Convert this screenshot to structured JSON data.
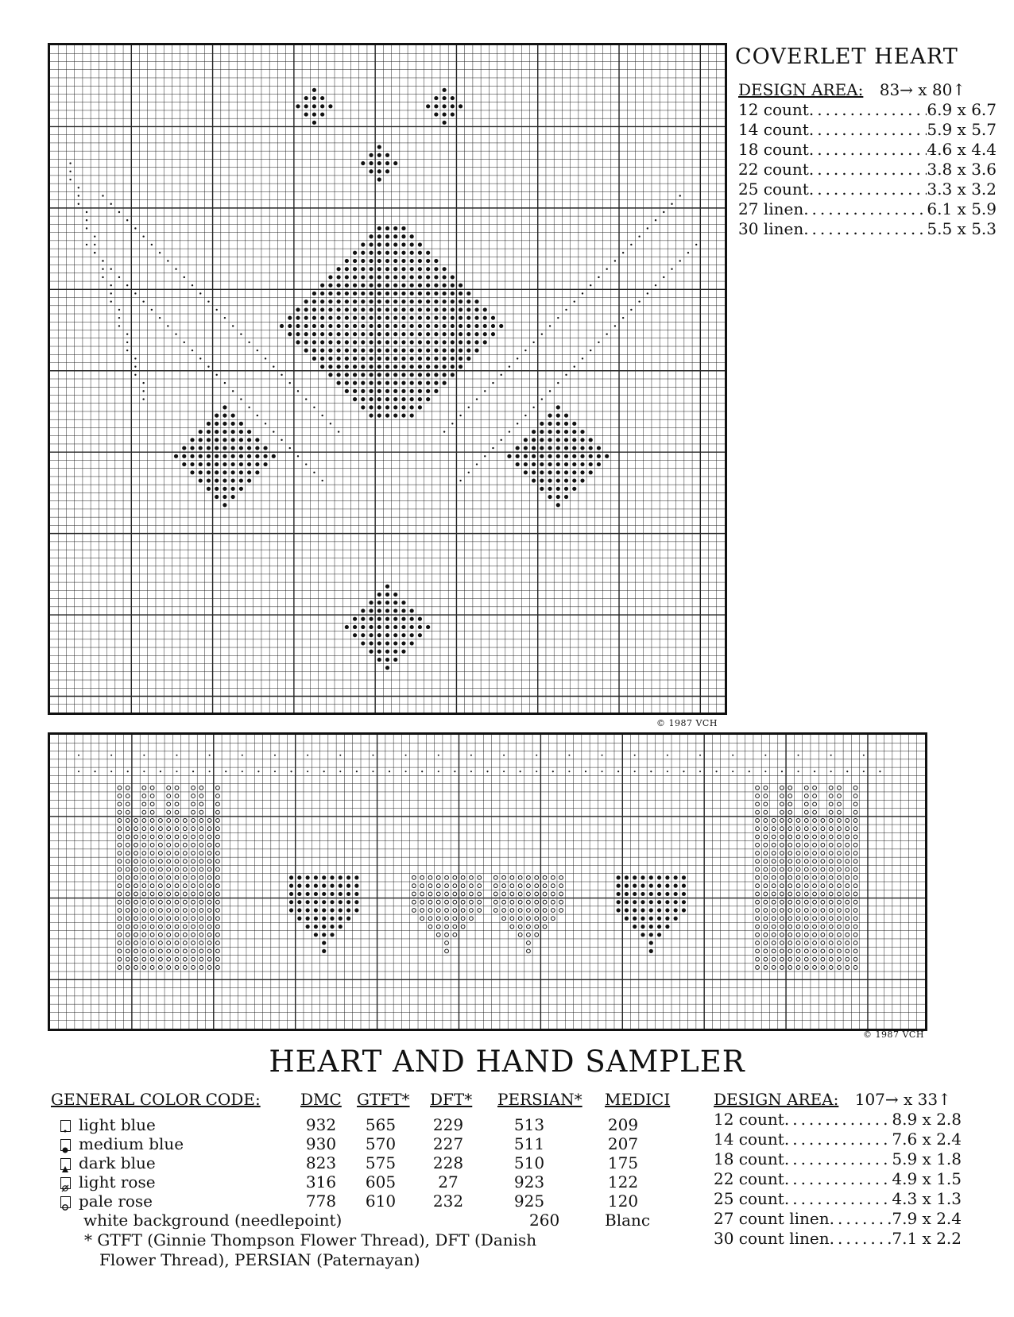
{
  "coverlet": {
    "title": "COVERLET HEART",
    "design_area_label": "DESIGN AREA:",
    "design_area_value": "83→ x 80↑",
    "copyright": "© 1987 VCH",
    "sizes": [
      {
        "label": "12 count",
        "value": "6.9 x 6.7"
      },
      {
        "label": "14 count",
        "value": "5.9 x 5.7"
      },
      {
        "label": "18 count",
        "value": "4.6 x 4.4"
      },
      {
        "label": "22 count",
        "value": "3.8 x 3.6"
      },
      {
        "label": "25 count",
        "value": "3.3 x 3.2"
      },
      {
        "label": "27 linen",
        "value": "6.1 x 5.9"
      },
      {
        "label": "30 linen",
        "value": "5.5 x 5.3"
      }
    ]
  },
  "sampler": {
    "title": "HEART AND HAND SAMPLER",
    "copyright": "© 1987 VCH",
    "design_area_label": "DESIGN AREA:",
    "design_area_value": "107→ x 33↑",
    "sizes": [
      {
        "label": "12 count",
        "value": "8.9 x 2.8"
      },
      {
        "label": "14 count",
        "value": "7.6 x 2.4"
      },
      {
        "label": "18 count",
        "value": "5.9 x 1.8"
      },
      {
        "label": "22 count",
        "value": "4.9 x 1.5"
      },
      {
        "label": "25 count",
        "value": "4.3 x 1.3"
      },
      {
        "label": "27 count linen",
        "value": "7.9 x 2.4"
      },
      {
        "label": "30 count linen",
        "value": "7.1 x 2.2"
      }
    ]
  },
  "color_code": {
    "header": "GENERAL COLOR CODE:",
    "columns": [
      "DMC",
      "GTFT*",
      "DFT*",
      "PERSIAN*",
      "MEDICI"
    ],
    "rows": [
      {
        "symbol": "dot",
        "name": "light blue",
        "dmc": "932",
        "gtft": "565",
        "dft": "229",
        "persian": "513",
        "medici": "209"
      },
      {
        "symbol": "filled",
        "name": "medium blue",
        "dmc": "930",
        "gtft": "570",
        "dft": "227",
        "persian": "511",
        "medici": "207"
      },
      {
        "symbol": "triangle",
        "name": "dark blue",
        "dmc": "823",
        "gtft": "575",
        "dft": "228",
        "persian": "510",
        "medici": "175"
      },
      {
        "symbol": "slashed-circle",
        "name": "light rose",
        "dmc": "316",
        "gtft": "605",
        "dft": "27",
        "persian": "923",
        "medici": "122"
      },
      {
        "symbol": "circle",
        "name": "pale rose",
        "dmc": "778",
        "gtft": "610",
        "dft": "232",
        "persian": "925",
        "medici": "120"
      }
    ],
    "background_row": {
      "name": "white background (needlepoint)",
      "persian": "260",
      "medici": "Blanc"
    },
    "footnote_1": "* GTFT (Ginnie Thompson Flower Thread), DFT (Danish",
    "footnote_2": "Flower Thread), PERSIAN (Paternayan)"
  }
}
